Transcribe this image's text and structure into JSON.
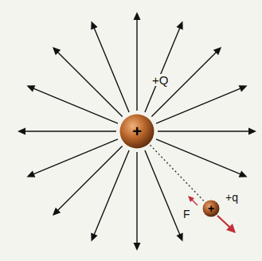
{
  "diagram": {
    "nodes": [
      {
        "text": [
          "+",
          "+Q"
        ]
      },
      {
        "text": [
          "+",
          "+q"
        ]
      }
    ],
    "edges": [
      {
        "from": 0,
        "to": 1,
        "arrow": "none"
      }
    ],
    "labels": [
      "F"
    ]
  }
}
